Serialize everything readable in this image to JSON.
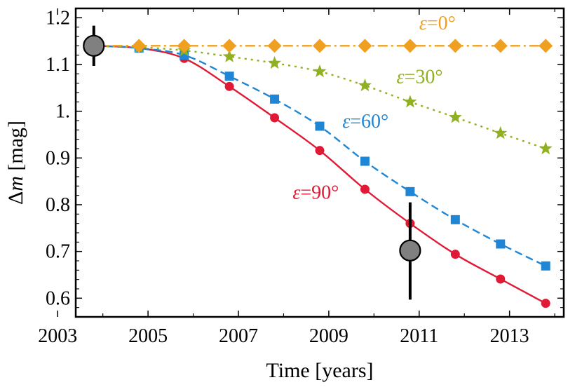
{
  "chart_data": {
    "type": "line",
    "xlabel": "Time [years]",
    "ylabel_symbol": "Δ",
    "ylabel_var": "m",
    "ylabel_unit": " [mag]",
    "xlim": [
      2003.4,
      2014.2
    ],
    "ylim": [
      0.56,
      1.22
    ],
    "xticks": [
      2003,
      2005,
      2007,
      2009,
      2011,
      2013
    ],
    "yticks": [
      0.6,
      0.7,
      0.8,
      0.9,
      1.0,
      1.1,
      1.2
    ],
    "ytick_labels": [
      "0.6",
      "0.7",
      "0.8",
      "0.9",
      "1.",
      "1.1",
      "1.2"
    ],
    "grid": false,
    "legend": "inline labels",
    "series": [
      {
        "name_symbol": "ε",
        "name_value": "=0°",
        "color": "#f0a020",
        "marker": "diamond",
        "dash": "14 5 3 5",
        "label_pos": [
          2011.0,
          1.175
        ],
        "x": [
          2003.8,
          2004.8,
          2005.8,
          2006.8,
          2007.8,
          2008.8,
          2009.8,
          2010.8,
          2011.8,
          2012.8,
          2013.8
        ],
        "y": [
          1.14,
          1.14,
          1.14,
          1.14,
          1.14,
          1.14,
          1.14,
          1.14,
          1.14,
          1.14,
          1.14
        ]
      },
      {
        "name_symbol": "ε",
        "name_value": "=30°",
        "color": "#8fb020",
        "marker": "star",
        "dash": "3 6",
        "label_pos": [
          2010.5,
          1.06
        ],
        "x": [
          2003.8,
          2004.8,
          2005.8,
          2006.8,
          2007.8,
          2008.8,
          2009.8,
          2010.8,
          2011.8,
          2012.8,
          2013.8
        ],
        "y": [
          1.14,
          1.137,
          1.13,
          1.117,
          1.103,
          1.085,
          1.055,
          1.02,
          0.987,
          0.953,
          0.92
        ]
      },
      {
        "name_symbol": "ε",
        "name_value": "=60°",
        "color": "#1f86d6",
        "marker": "square",
        "dash": "11 6",
        "label_pos": [
          2009.3,
          0.965
        ],
        "x": [
          2003.8,
          2004.8,
          2005.8,
          2006.8,
          2007.8,
          2008.8,
          2009.8,
          2010.8,
          2011.8,
          2012.8,
          2013.8
        ],
        "y": [
          1.14,
          1.135,
          1.12,
          1.075,
          1.026,
          0.968,
          0.893,
          0.828,
          0.768,
          0.716,
          0.669
        ]
      },
      {
        "name_symbol": "ε",
        "name_value": "=90°",
        "color": "#e01a35",
        "marker": "circle",
        "dash": "",
        "label_pos": [
          2008.2,
          0.813
        ],
        "x": [
          2003.8,
          2004.8,
          2005.8,
          2006.8,
          2007.8,
          2008.8,
          2009.8,
          2010.8,
          2011.8,
          2012.8,
          2013.8
        ],
        "y": [
          1.14,
          1.135,
          1.113,
          1.053,
          0.986,
          0.916,
          0.833,
          0.76,
          0.694,
          0.641,
          0.589
        ]
      }
    ],
    "observations": {
      "color": "#808080",
      "points": [
        {
          "x": 2003.8,
          "y": 1.14,
          "err_low": 1.097,
          "err_high": 1.183
        },
        {
          "x": 2010.8,
          "y": 0.702,
          "err_low": 0.597,
          "err_high": 0.805
        }
      ]
    }
  }
}
